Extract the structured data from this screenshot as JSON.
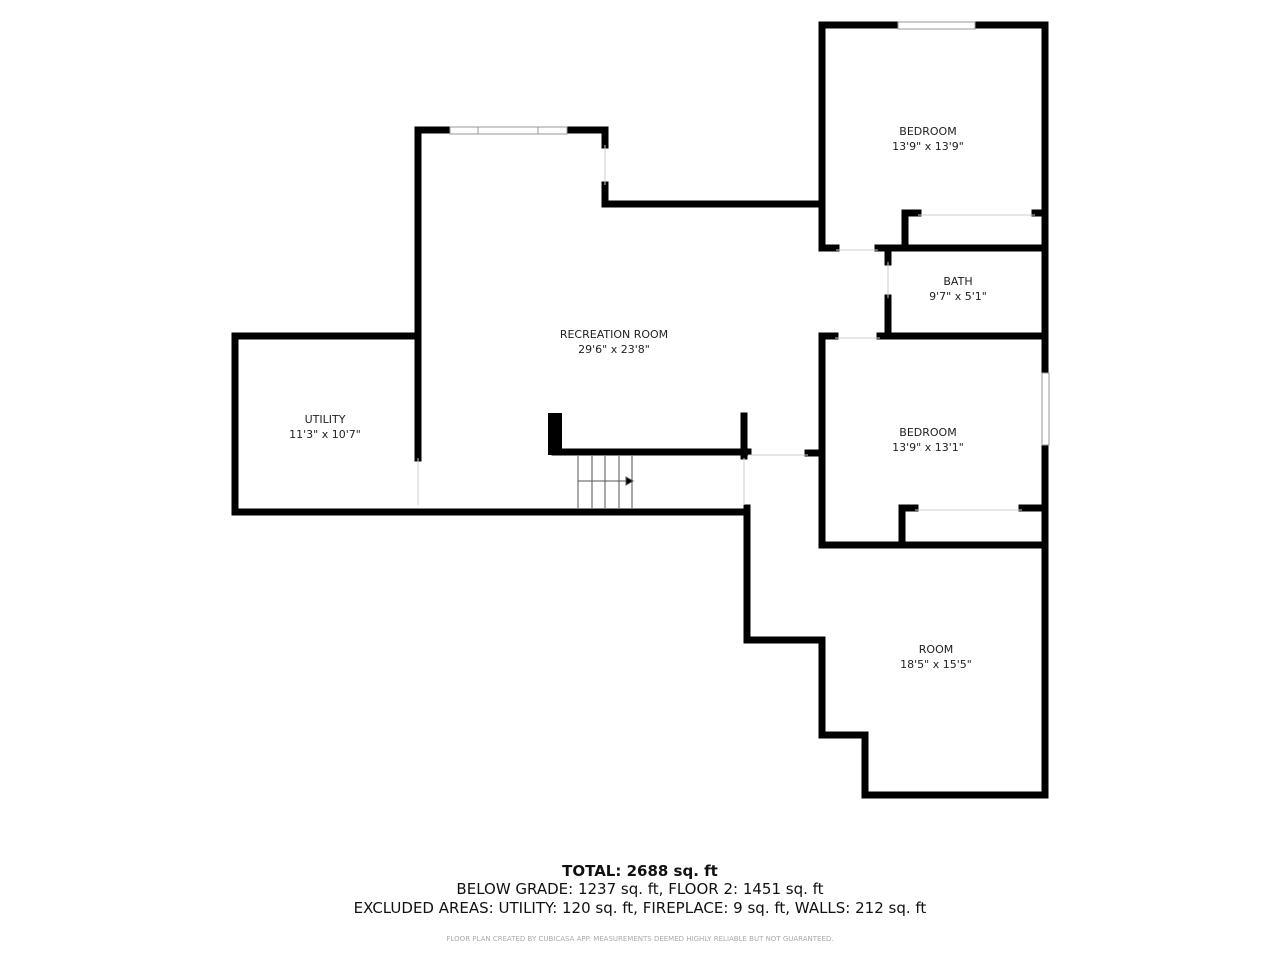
{
  "rooms": [
    {
      "name": "BEDROOM",
      "size": "13'9\" x 13'9\""
    },
    {
      "name": "BATH",
      "size": "9'7\" x 5'1\""
    },
    {
      "name": "RECREATION ROOM",
      "size": "29'6\" x 23'8\""
    },
    {
      "name": "UTILITY",
      "size": "11'3\" x 10'7\""
    },
    {
      "name": "BEDROOM",
      "size": "13'9\" x 13'1\""
    },
    {
      "name": "ROOM",
      "size": "18'5\" x 15'5\""
    }
  ],
  "footer": {
    "total": "TOTAL: 2688 sq. ft",
    "breakdown": "BELOW GRADE: 1237 sq. ft, FLOOR 2: 1451 sq. ft",
    "excluded": "EXCLUDED AREAS: UTILITY: 120 sq. ft, FIREPLACE: 9 sq. ft, WALLS: 212 sq. ft",
    "credit": "FLOOR PLAN CREATED BY CUBICASA APP. MEASUREMENTS DEEMED HIGHLY RELIABLE BUT NOT GUARANTEED."
  }
}
